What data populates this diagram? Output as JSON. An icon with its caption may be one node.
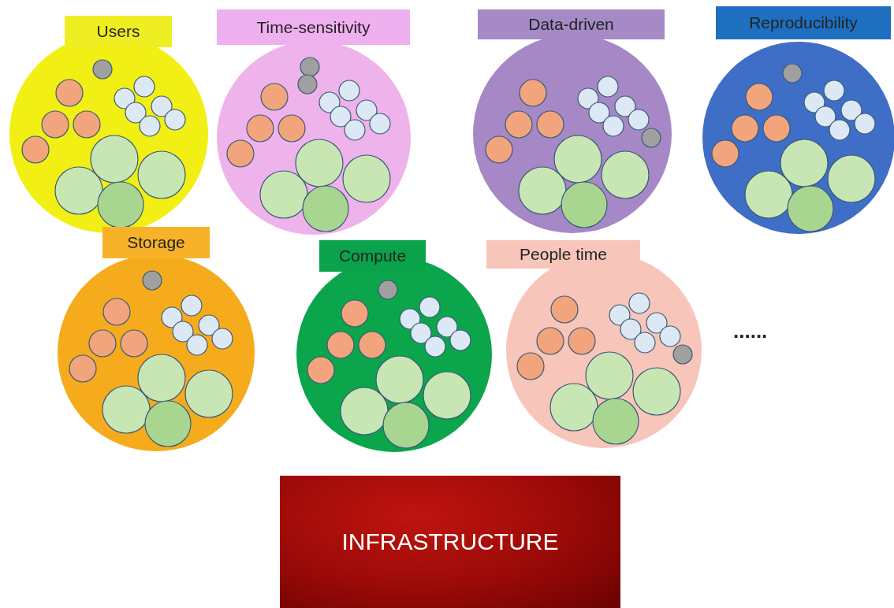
{
  "diagram": {
    "nodes": [
      {
        "text": [
          "Users"
        ]
      },
      {
        "text": [
          "Time-sensitivity"
        ]
      },
      {
        "text": [
          "Data-driven"
        ]
      },
      {
        "text": [
          "Reproducibility"
        ]
      },
      {
        "text": [
          "Storage"
        ]
      },
      {
        "text": [
          "Compute"
        ]
      },
      {
        "text": [
          "People time"
        ]
      },
      {
        "text": [
          "INFRASTRUCTURE"
        ]
      }
    ],
    "labels": [
      "......"
    ]
  }
}
